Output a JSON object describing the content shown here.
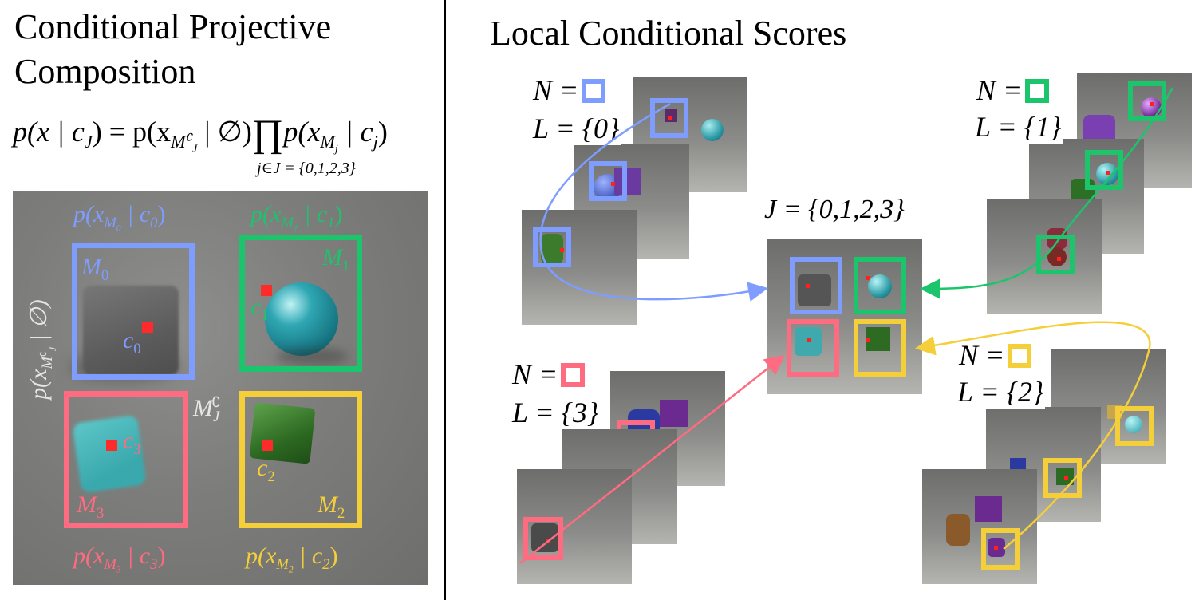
{
  "left_panel": {
    "title_line1": "Conditional Projective",
    "title_line2": "Composition",
    "formula": {
      "lhs": "p(x | c",
      "lhs_sub": "J",
      "eq": ") = p(x",
      "m_sub": "M",
      "m_subsub": "J",
      "m_sup": "∁",
      "cond": " | ∅)",
      "prod": "∏",
      "term": "p(x",
      "term_sub": "M",
      "term_subsub": "j",
      "term_end": " | c",
      "term_end_sub": "j",
      "close": ")",
      "prod_index": "j∈J = {0,1,2,3}"
    },
    "scene": {
      "region_labels": [
        {
          "text": "p(x",
          "sub": "M",
          "subsub": "0",
          "end": " | c",
          "end_sub": "0",
          "close": ")",
          "color": "#7f9dff"
        },
        {
          "text": "p(x",
          "sub": "M",
          "subsub": "1",
          "end": " | c",
          "end_sub": "1",
          "close": ")",
          "color": "#1cc46c"
        },
        {
          "text": "p(x",
          "sub": "M",
          "subsub": "3",
          "end": " | c",
          "end_sub": "3",
          "close": ")",
          "color": "#ff6b80"
        },
        {
          "text": "p(x",
          "sub": "M",
          "subsub": "2",
          "end": " | c",
          "end_sub": "2",
          "close": ")",
          "color": "#f4cf3a"
        }
      ],
      "mask_labels": [
        "M",
        "M",
        "M",
        "M"
      ],
      "mask_subs": [
        "0",
        "1",
        "3",
        "2"
      ],
      "cond_labels": [
        "c",
        "c",
        "c",
        "c"
      ],
      "cond_subs": [
        "0",
        "1",
        "3",
        "2"
      ],
      "complement_label": "M",
      "complement_sub": "J",
      "complement_sup": "∁",
      "background_label": "p(x",
      "background_sup": "∁",
      "background_sub": "M",
      "background_subsub": "J",
      "background_end": " | ∅)"
    }
  },
  "right_panel": {
    "title": "Local Conditional Scores",
    "groups": [
      {
        "n_label": "N =",
        "l_label": "L = {0}",
        "color": "#7f9dff"
      },
      {
        "n_label": "N =",
        "l_label": "L = {1}",
        "color": "#1cc46c"
      },
      {
        "n_label": "N =",
        "l_label": "L = {3}",
        "color": "#ff6b80"
      },
      {
        "n_label": "N =",
        "l_label": "L = {2}",
        "color": "#f4cf3a"
      }
    ],
    "composite_label": "J = {0,1,2,3}"
  },
  "colors": {
    "blue": "#7f9dff",
    "green": "#1cc46c",
    "pink": "#ff6b80",
    "yellow": "#f4cf3a",
    "red_dot": "#ff2a2a"
  }
}
